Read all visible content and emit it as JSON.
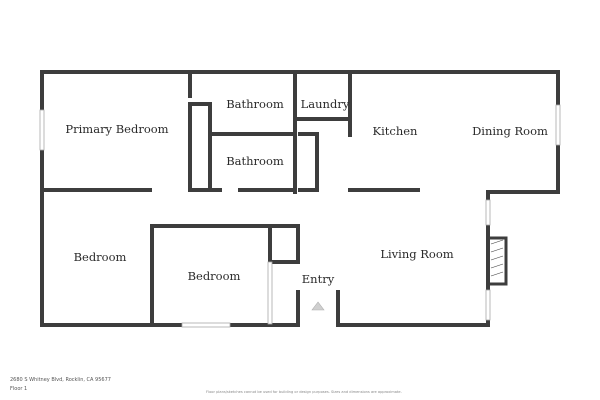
{
  "rooms": {
    "primary_bedroom": "Primary Bedroom",
    "bathroom_top": "Bathroom",
    "laundry": "Laundry",
    "kitchen": "Kitchen",
    "dining_room": "Dining Room",
    "bathroom_middle": "Bathroom",
    "bedroom_left": "Bedroom",
    "bedroom_center": "Bedroom",
    "living_room": "Living Room",
    "entry": "Entry"
  },
  "footer": {
    "address": "2680 S Whitney Blvd, Rocklin, CA 95677",
    "floor": "Floor 1",
    "disclaimer": "Floor plans/sketches cannot be used for building or design purposes. Sizes and dimensions are approximate."
  },
  "colors": {
    "wall": "#3d3d3d",
    "window": "#d6d6d6",
    "text": "#2a2a2a"
  }
}
